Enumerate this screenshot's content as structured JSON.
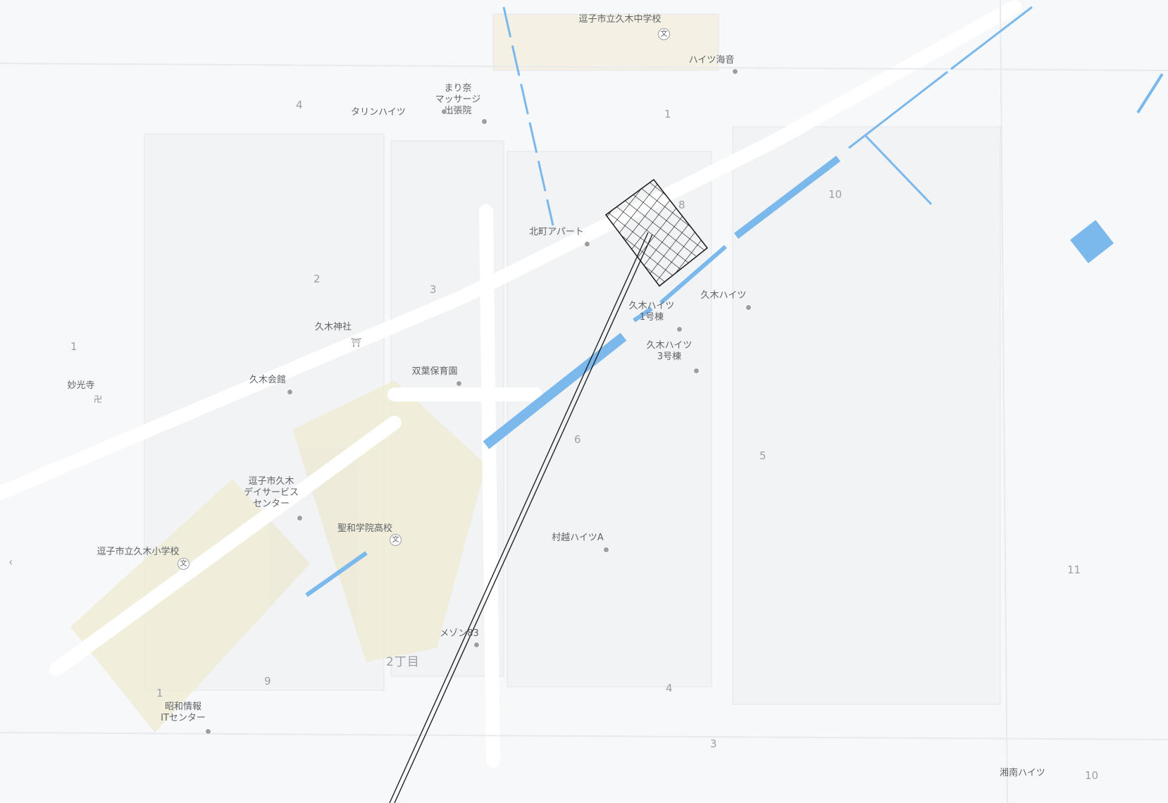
{
  "map": {
    "colors": {
      "water": "#7bb8ec",
      "school_area": "#efe9cf",
      "hatch": "#1a1a1a",
      "road": "#ffffff"
    },
    "places": [
      {
        "id": "zushi-hisagi-junior-high",
        "text": "逗子市立久木中学校",
        "icon": "school-icon"
      },
      {
        "id": "heights-kaiyo",
        "text": "ハイツ海音",
        "icon": "poi-dot"
      },
      {
        "id": "massage",
        "text": "まり奈\nマッサージ\n出張院",
        "icon": "poi-dot"
      },
      {
        "id": "tarin-heights",
        "text": "タリンハイツ",
        "icon": "poi-dot"
      },
      {
        "id": "kitamachi-apart",
        "text": "北町アパート",
        "icon": "poi-dot"
      },
      {
        "id": "hisagi-heights-1",
        "text": "久木ハイツ\n1号棟",
        "icon": "poi-dot"
      },
      {
        "id": "hisagi-heights",
        "text": "久木ハイツ",
        "icon": "poi-dot"
      },
      {
        "id": "hisagi-heights-3",
        "text": "久木ハイツ\n3号棟",
        "icon": "poi-dot"
      },
      {
        "id": "hisagi-shrine",
        "text": "久木神社",
        "icon": "shrine-icon"
      },
      {
        "id": "temple",
        "text": "妙光寺",
        "icon": "temple-icon"
      },
      {
        "id": "hisagi-kaikan",
        "text": "久木会館",
        "icon": "poi-dot"
      },
      {
        "id": "nursery",
        "text": "双葉保育園",
        "icon": "poi-dot"
      },
      {
        "id": "day-service",
        "text": "逗子市久木\nデイサービス\nセンター",
        "icon": "poi-dot"
      },
      {
        "id": "seiwa-high",
        "text": "聖和学院高校",
        "icon": "school-icon"
      },
      {
        "id": "hisagi-elementary",
        "text": "逗子市立久木小学校",
        "icon": "school-icon"
      },
      {
        "id": "murakoshi-heights",
        "text": "村越ハイツA",
        "icon": "poi-dot"
      },
      {
        "id": "mezon",
        "text": "メゾン83",
        "icon": "poi-dot"
      },
      {
        "id": "it-center",
        "text": "昭和情報\nITセンター",
        "icon": "poi-dot"
      },
      {
        "id": "shonan-heights",
        "text": "湘南ハイツ",
        "icon": "none"
      },
      {
        "id": "district-2chome",
        "text": "2丁目",
        "icon": "none"
      }
    ],
    "block_numbers": [
      "4",
      "1",
      "8",
      "10",
      "2",
      "3",
      "1",
      "6",
      "5",
      "11",
      "9",
      "1",
      "4",
      "3",
      "10"
    ],
    "school_glyph": "文",
    "shrine_glyph": "⛩",
    "temple_glyph": "卍",
    "edge_glyph": "‹"
  }
}
